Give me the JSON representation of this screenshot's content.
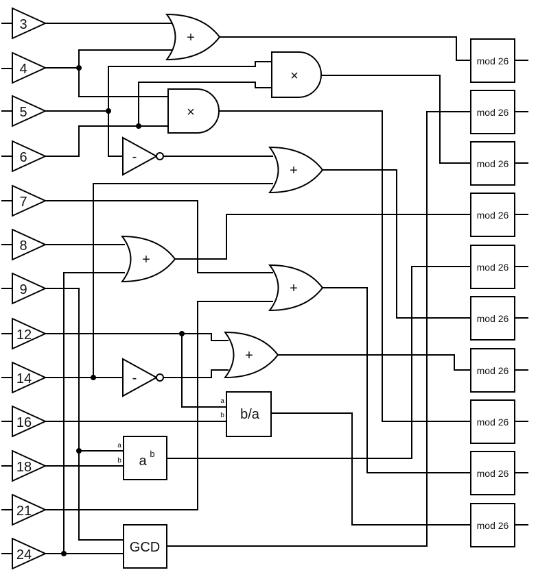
{
  "inputs": [
    "3",
    "4",
    "5",
    "6",
    "7",
    "8",
    "9",
    "12",
    "14",
    "16",
    "18",
    "21",
    "24"
  ],
  "operators": {
    "add": "+",
    "multiply": "×",
    "negate": "-",
    "divide": "b/a",
    "power_base": "a",
    "power_exp": "b",
    "gcd": "GCD",
    "port_a": "a",
    "port_b": "b"
  },
  "outputs": [
    "mod 26",
    "mod 26",
    "mod 26",
    "mod 26",
    "mod 26",
    "mod 26",
    "mod 26",
    "mod 26",
    "mod 26",
    "mod 26"
  ]
}
